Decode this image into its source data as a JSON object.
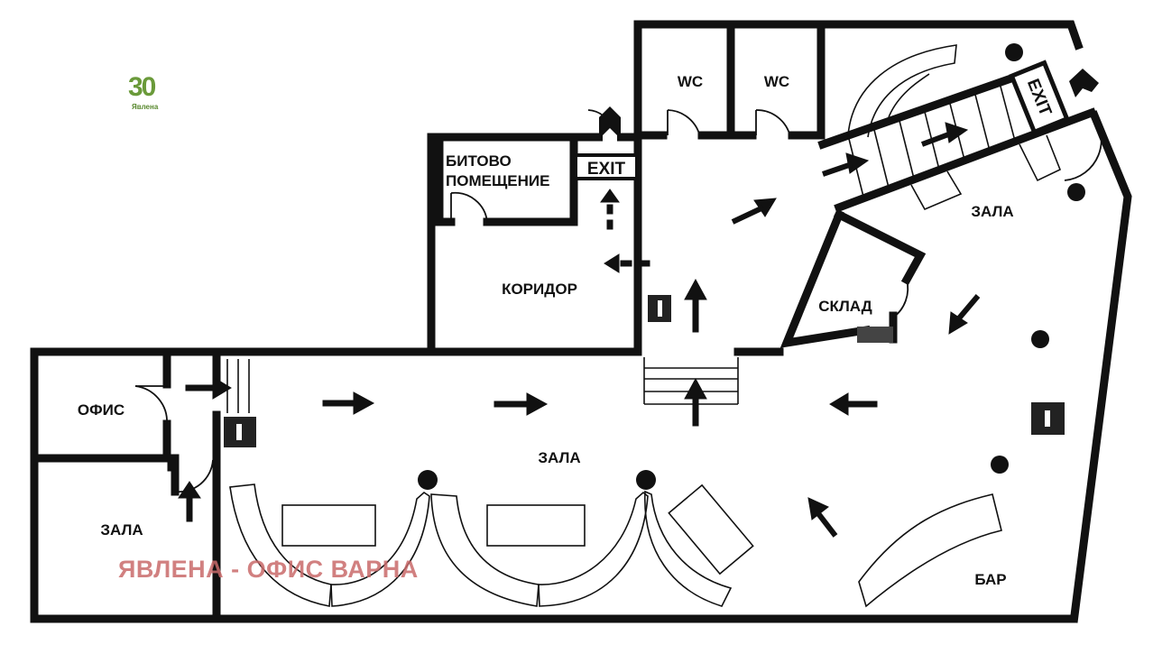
{
  "labels": {
    "wc1": "WC",
    "wc2": "WC",
    "bitovo1": "БИТОВО",
    "bitovo2": "ПОМЕЩЕНИЕ",
    "koridor": "КОРИДОР",
    "sklad": "СКЛАД",
    "zala_top": "ЗАЛА",
    "zala_main": "ЗАЛА",
    "zala_left": "ЗАЛА",
    "ofis": "ОФИС",
    "bar": "БАР"
  },
  "exit_signs": {
    "exit_center": "EXIT",
    "exit_stairs": "EXIT"
  },
  "watermark": "ЯВЛЕНА - ОФИС ВАРНА",
  "logo": {
    "number": "30",
    "brand": "Явлена"
  },
  "colors": {
    "wall": "#111111",
    "watermark": "#c96b6b",
    "logo": "#6a9a3a"
  }
}
